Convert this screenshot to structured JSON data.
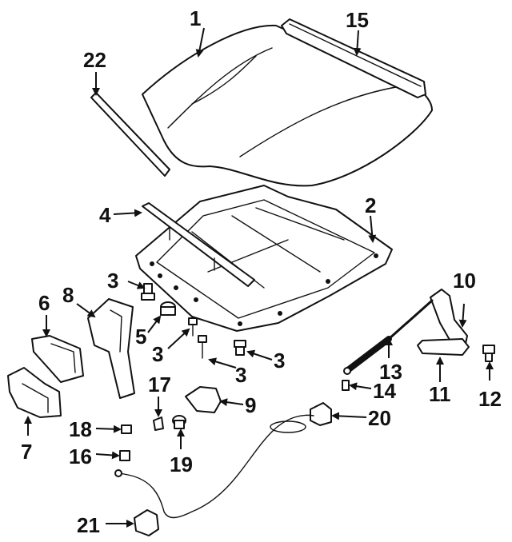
{
  "callouts": {
    "c1": "1",
    "c2": "2",
    "c3a": "3",
    "c3b": "3",
    "c3c": "3",
    "c3d": "3",
    "c4": "4",
    "c5": "5",
    "c6": "6",
    "c7": "7",
    "c8": "8",
    "c9": "9",
    "c10": "10",
    "c11": "11",
    "c12": "12",
    "c13": "13",
    "c14": "14",
    "c15": "15",
    "c16": "16",
    "c17": "17",
    "c18": "18",
    "c19": "19",
    "c20": "20",
    "c21": "21",
    "c22": "22"
  },
  "colors": {
    "line": "#111111",
    "background": "#ffffff"
  }
}
